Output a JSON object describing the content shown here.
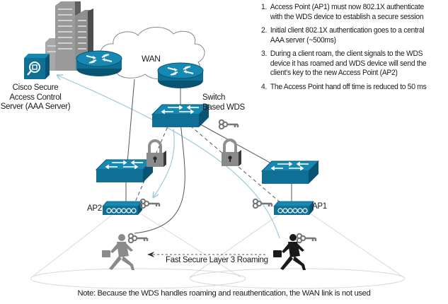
{
  "steps": [
    {
      "num": "1.",
      "text": "Access Point (AP1) must now 802.1X authenticate with the WDS device to establish a secure session"
    },
    {
      "num": "2.",
      "text": "Initial client 802.1X authentication goes to a central AAA server (~500ms)"
    },
    {
      "num": "3.",
      "text": "During a client roam, the client signals to the WDS device  it has roamed and WDS device will send the client's key to the new Access Point (AP2)"
    },
    {
      "num": "4.",
      "text": "The Access Point hand off time is reduced to 50 ms"
    }
  ],
  "labels": {
    "aaa_line1": "Cisco Secure",
    "aaa_line2": "Access Control",
    "aaa_line3": "Server (AAA Server)",
    "wan": "WAN",
    "switch_line1": "Switch",
    "switch_line2": "Based WDS",
    "ap2": "AP2",
    "ap1": "AP1",
    "roaming": "Fast Secure Layer 3 Roaming",
    "note": "Note: Because the WDS handles roaming and reauthentication, the WAN link is not used"
  },
  "colors": {
    "device_blue": "#0f6f94",
    "device_dark": "#0a5473",
    "link_line": "#555555",
    "auth_path": "#9cc9dd",
    "lock_gray": "#8a8a8a",
    "key_gray": "#777777"
  }
}
